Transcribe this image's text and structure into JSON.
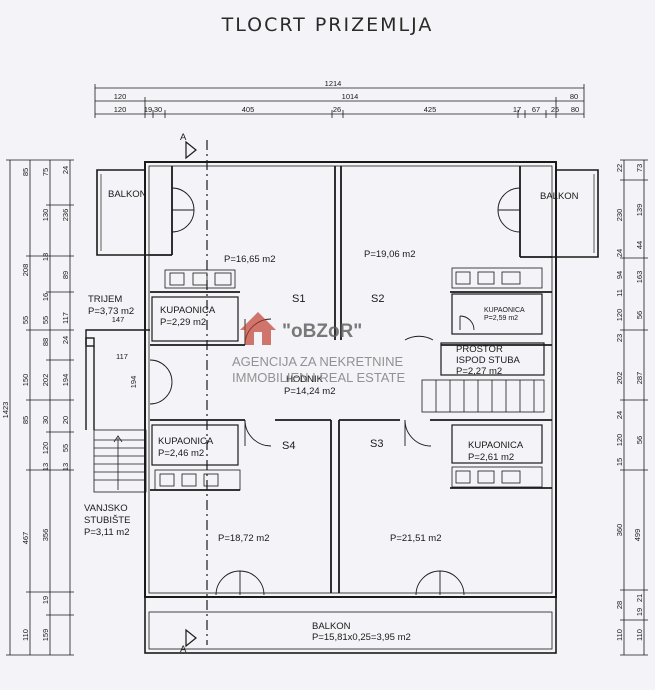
{
  "title": "TLOCRT PRIZEMLJA",
  "section_marker": "A",
  "dims_top": {
    "row1": [
      "1214"
    ],
    "row2": [
      "120",
      "1014",
      "80"
    ],
    "row3": [
      "120",
      "19",
      "30",
      "405",
      "26",
      "425",
      "17",
      "67",
      "25",
      "80"
    ]
  },
  "dims_left": {
    "overall": "1423",
    "col1": [
      "85",
      "208",
      "55",
      "150",
      "85",
      "467",
      "110"
    ],
    "col2": [
      "75",
      "130",
      "18",
      "16",
      "55",
      "88",
      "202",
      "30",
      "120",
      "13",
      "356",
      "19",
      "159"
    ],
    "col3": [
      "24",
      "236",
      "89",
      "117",
      "24",
      "194",
      "20",
      "55",
      "13"
    ]
  },
  "dims_right": {
    "overall": "499",
    "col1": [
      "22",
      "230",
      "24",
      "94",
      "11",
      "120",
      "23",
      "202",
      "24",
      "120",
      "15",
      "360",
      "28",
      "110"
    ],
    "col2": [
      "73",
      "139",
      "44",
      "163",
      "56",
      "287",
      "56",
      "21",
      "19",
      "110"
    ]
  },
  "dims_internal": {
    "trijem_width": "147",
    "hall_width": "117",
    "hall_height": "194"
  },
  "rooms": {
    "balkon_left": "BALKON",
    "balkon_right": "BALKON",
    "s1_area": "P=16,65 m2",
    "s2_area": "P=19,06 m2",
    "s1_label": "S1",
    "s2_label": "S2",
    "s3_label": "S3",
    "s4_label": "S4",
    "trijem_name": "TRIJEM",
    "trijem_area": "P=3,73 m2",
    "kup1_name": "KUPAONICA",
    "kup1_area": "P=2,29 m2",
    "kup2_name": "KUPAONICA",
    "kup2_area": "P=2,59 m2",
    "prostor_l1": "PROSTOR",
    "prostor_l2": "ISPOD STUBA",
    "prostor_area": "P=2,27 m2",
    "hodnik_name": "HODNIK",
    "hodnik_area": "P=14,24 m2",
    "kup3_name": "KUPAONICA",
    "kup3_area": "P=2,46 m2",
    "kup4_name": "KUPAONICA",
    "kup4_area": "P=2,61 m2",
    "stubiste_l1": "VANJSKO",
    "stubiste_l2": "STUBIŠTE",
    "stubiste_area": "P=3,11 m2",
    "s4_area": "P=18,72 m2",
    "s3_area": "P=21,51 m2",
    "balkon_bottom": "BALKON",
    "balkon_bottom_area": "P=15,81x0,25=3,95 m2"
  },
  "watermark": {
    "brand": "\"oBZoR\"",
    "line1": "AGENCIJA ZA NEKRETNINE",
    "line2": "IMMOBILIEN I REAL ESTATE",
    "color": "#c0392b"
  }
}
